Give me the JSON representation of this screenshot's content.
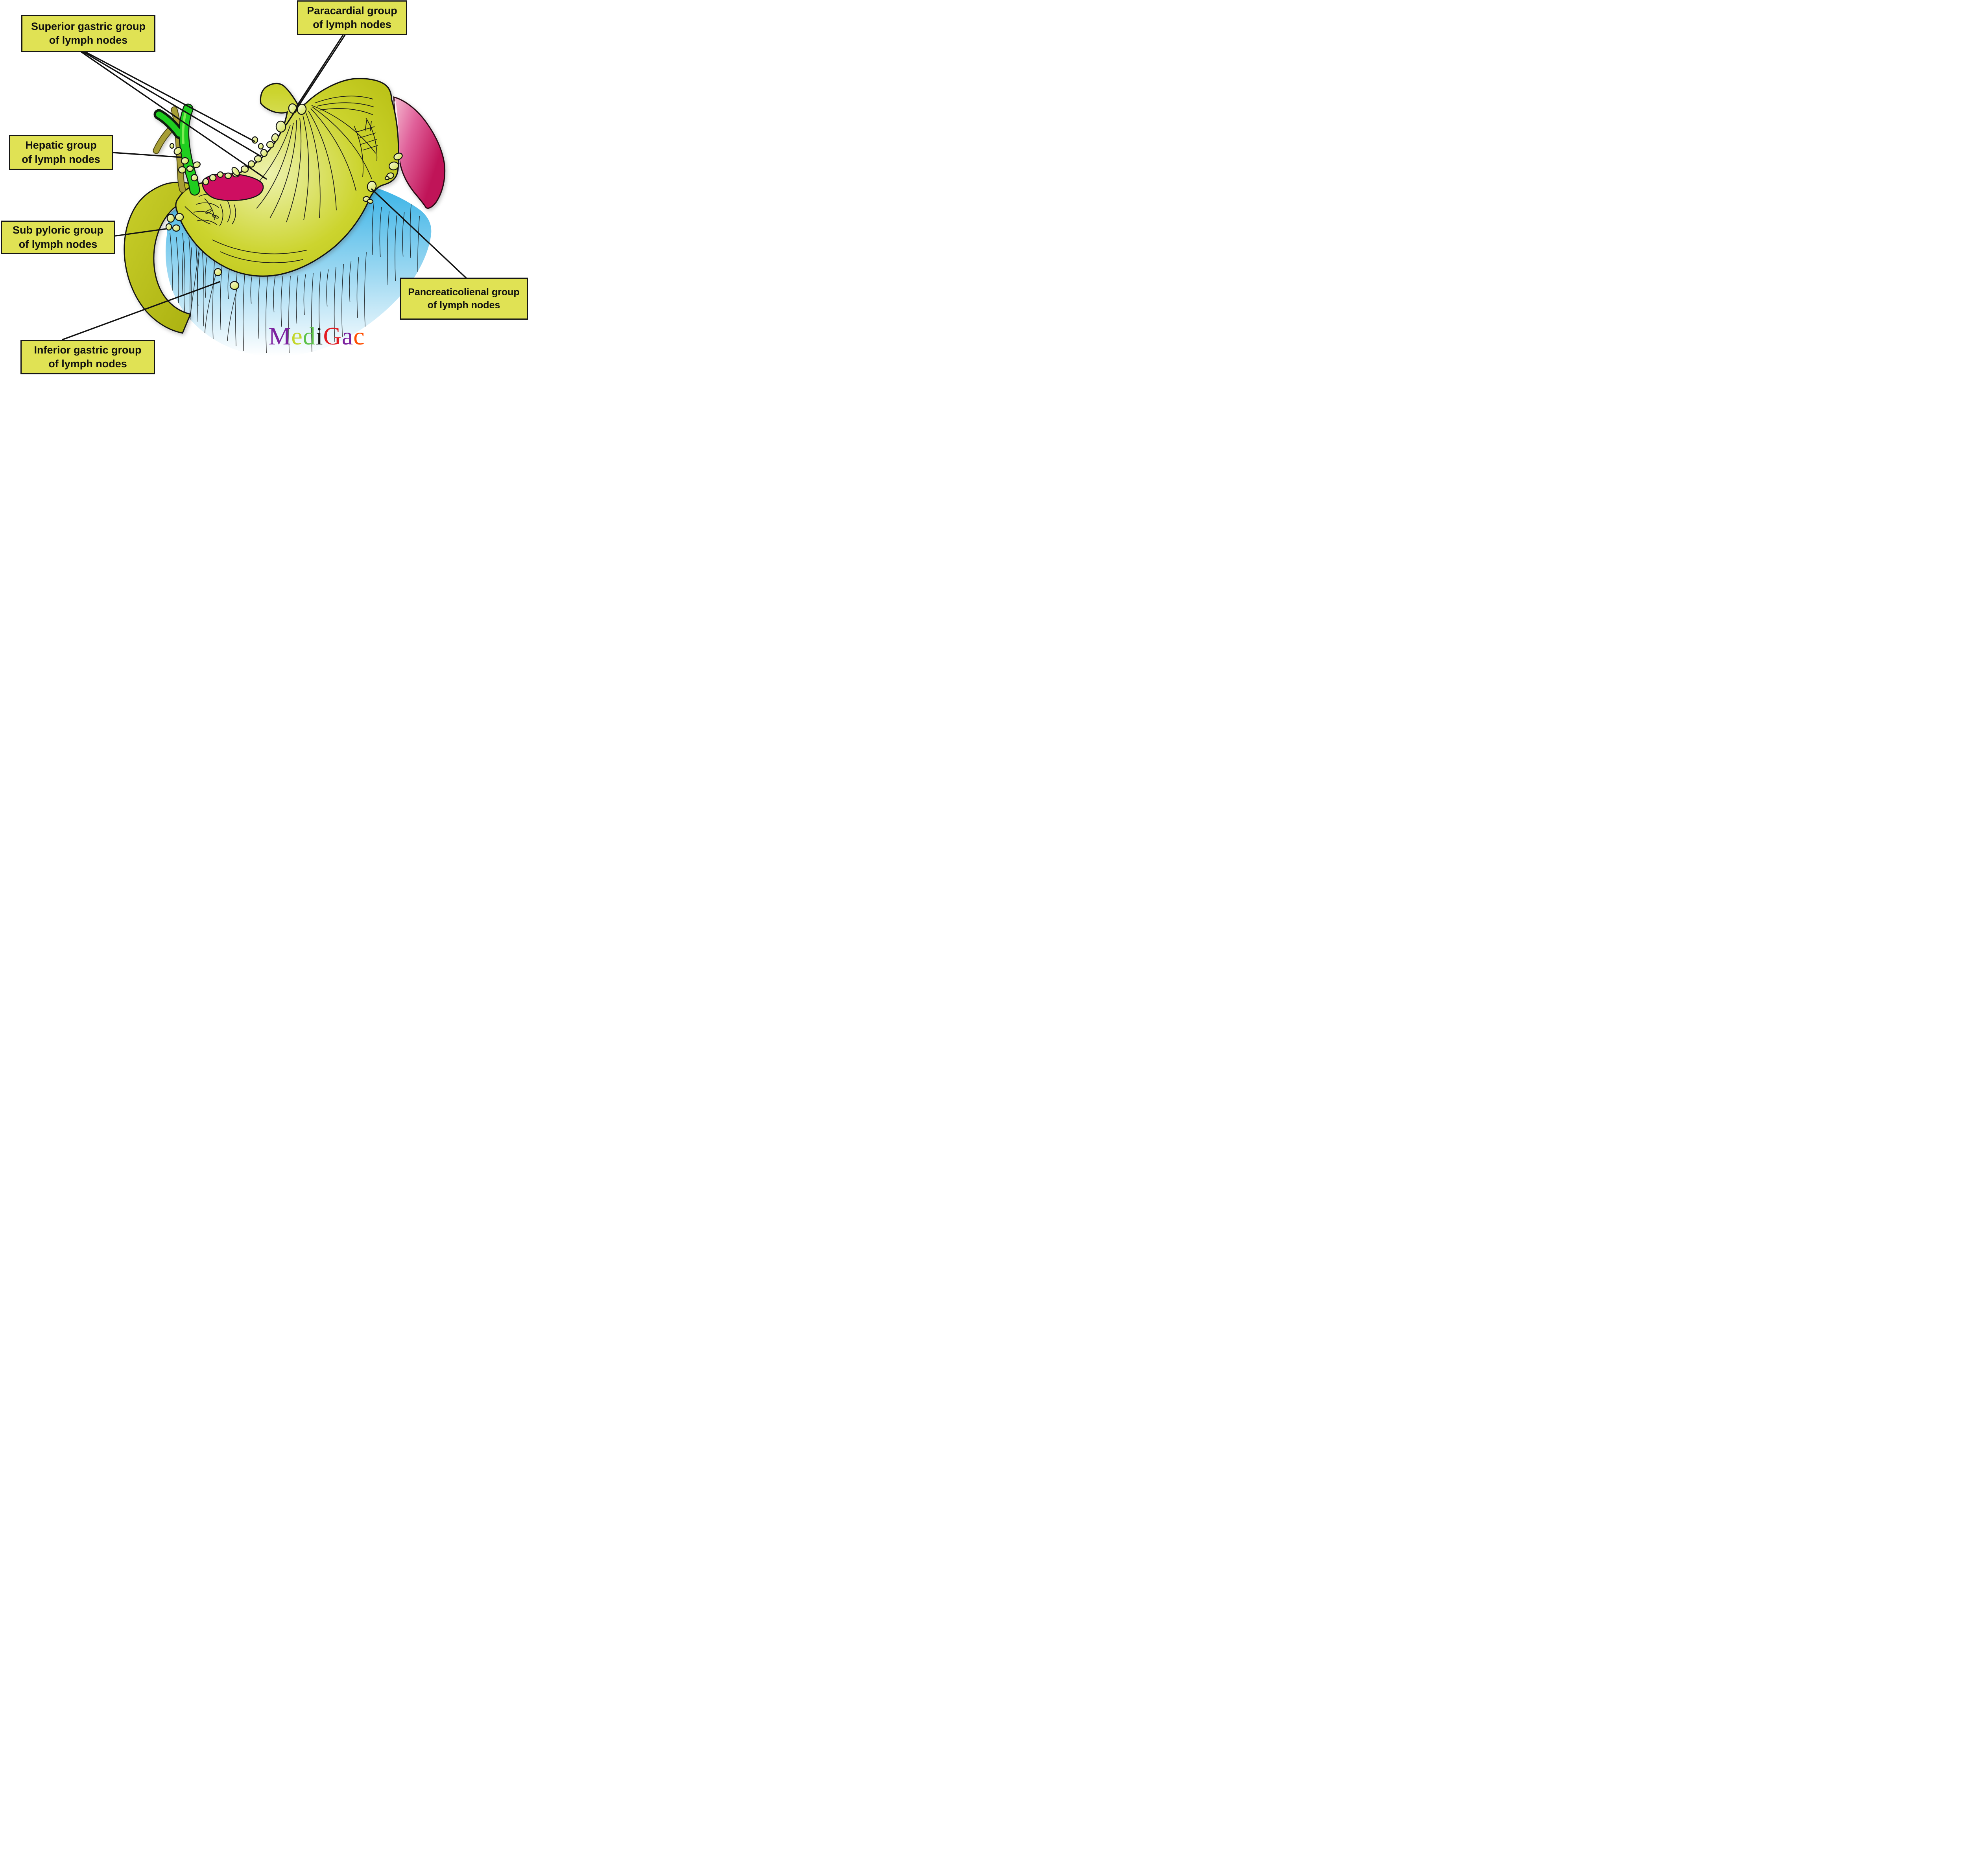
{
  "labels": {
    "superior_gastric": {
      "line1": "Superior gastric group",
      "line2": "of lymph nodes"
    },
    "paracardial": {
      "line1": "Paracardial group",
      "line2": "of lymph nodes"
    },
    "hepatic": {
      "line1": "Hepatic group",
      "line2": "of lymph nodes"
    },
    "sub_pyloric": {
      "line1": "Sub pyloric group",
      "line2": "of lymph nodes"
    },
    "inferior_gastric": {
      "line1": "Inferior gastric group",
      "line2": "of lymph nodes"
    },
    "pancreaticolienal": {
      "line1": "Pancreaticolienal group",
      "line2": "of lymph nodes"
    }
  },
  "logo": {
    "name": "MediGac",
    "letters": [
      {
        "ch": "M",
        "style": "color:#7b219f"
      },
      {
        "ch": "e",
        "style": "color:#c3d62c"
      },
      {
        "ch": "d",
        "style": "color:#5ec24a"
      },
      {
        "ch": "i",
        "style": "color:#121212"
      },
      {
        "ch": "G",
        "style": "color:#e21d23"
      },
      {
        "ch": "a",
        "style": "color:#7b219f"
      },
      {
        "ch": "c",
        "style": "color:#ff4d00"
      }
    ]
  },
  "palette": {
    "label_bg": "#e0e254",
    "label_border": "#161616",
    "label_text": "#101010",
    "leader_line": "#121212",
    "stomach_light": "#edf2ae",
    "stomach_mid": "#ccd42e",
    "stomach_dark": "#b7be12",
    "duodenum": "#bcc31c",
    "esophagus_cardia": "#c7cd25",
    "spleen_light": "#f5bcd2",
    "spleen_dark": "#c01458",
    "omentum_blue_top": "#2fafe5",
    "omentum_blue_bottom": "#ffffff",
    "bile_duct_green": "#1fce1f",
    "bile_duct_highlight": "#86ef5a",
    "hepatic_vessel_olive": "#a79e36",
    "lesser_omentum_magenta": "#ce0e61",
    "lymph_node_light": "#f8fbe0",
    "lymph_node_dark": "#d6e257",
    "outline": "#141414"
  }
}
